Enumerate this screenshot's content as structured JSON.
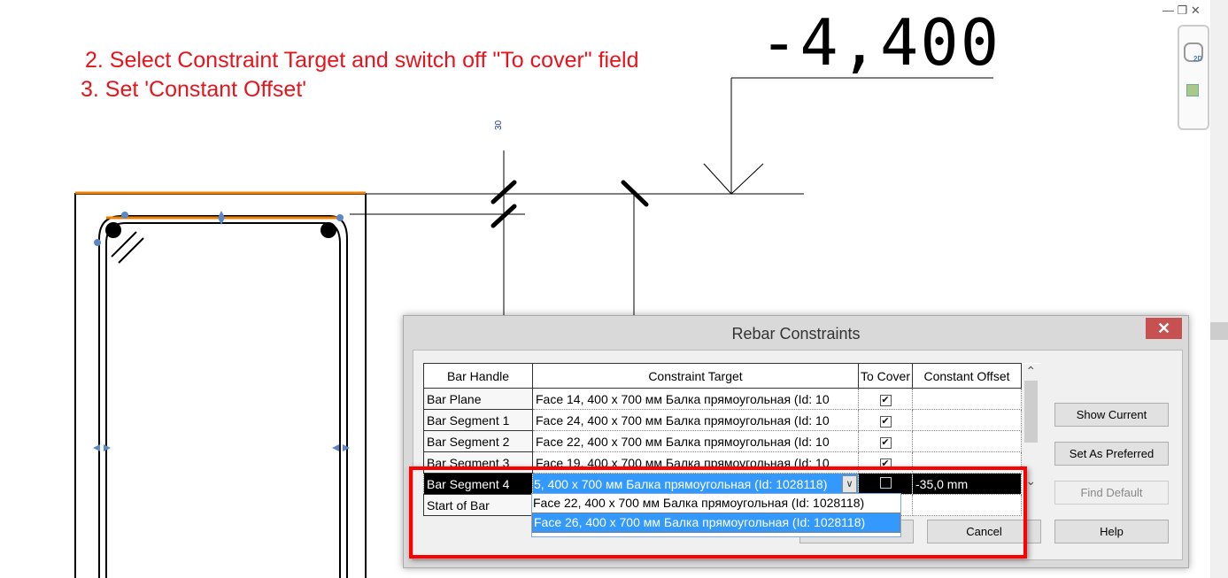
{
  "annotations": {
    "step2": "2. Select Constraint Target and switch off \"To cover\" field",
    "step3": "3. Set 'Constant Offset'"
  },
  "drawing": {
    "elevation": "-4,400",
    "dim": "30"
  },
  "window_controls": {
    "minimize": "—",
    "restore": "❐",
    "close": "✕"
  },
  "dialog": {
    "title": "Rebar Constraints",
    "close": "✕",
    "columns": [
      "Bar Handle",
      "Constraint Target",
      "To Cover",
      "Constant Offset"
    ],
    "rows": [
      {
        "handle": "Bar Plane",
        "target": "Face 14, 400 x 700 мм Балка прямоугольная (Id: 10",
        "to_cover": true,
        "offset": ""
      },
      {
        "handle": "Bar Segment 1",
        "target": "Face 24, 400 x 700 мм Балка прямоугольная (Id: 10",
        "to_cover": true,
        "offset": ""
      },
      {
        "handle": "Bar Segment 2",
        "target": "Face 22, 400 x 700 мм Балка прямоугольная (Id: 10",
        "to_cover": true,
        "offset": ""
      },
      {
        "handle": "Bar Segment 3",
        "target": "Face 19, 400 x 700 мм Балка прямоугольная (Id: 10",
        "to_cover": true,
        "offset": ""
      },
      {
        "handle": "Bar Segment 4",
        "target": "5, 400 x 700 мм Балка прямоугольная (Id: 1028118)",
        "to_cover": false,
        "offset": "-35,0 mm"
      },
      {
        "handle": "Start of Bar",
        "target": "",
        "to_cover": null,
        "offset": ""
      }
    ],
    "dropdown_options": [
      "Face 22, 400 x 700 мм Балка прямоугольная (Id: 1028118)",
      "Face 26, 400 x 700 мм Балка прямоугольная (Id: 1028118)"
    ],
    "dropdown_selected": 1,
    "buttons": {
      "show_current": "Show Current",
      "set_preferred": "Set As Preferred",
      "find_default": "Find Default",
      "cancel": "Cancel",
      "help": "Help"
    },
    "check": "✔"
  },
  "colors": {
    "annotation": "#e8141c",
    "highlight": "#3399ff",
    "callout_box": "#ff0000",
    "close": "#c75050"
  }
}
